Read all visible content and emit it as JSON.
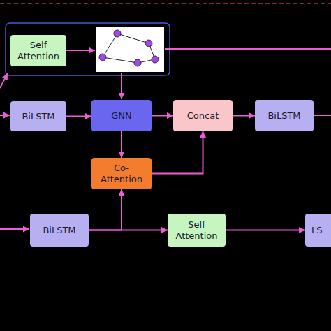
{
  "diagram": {
    "nodes": [
      {
        "text": [
          "Self Attention"
        ]
      },
      {
        "text": [
          "BiLSTM"
        ]
      },
      {
        "text": [
          "GNN"
        ]
      },
      {
        "text": [
          "Concat"
        ]
      },
      {
        "text": [
          "BiLSTM"
        ]
      },
      {
        "text": [
          "Co- Attention"
        ]
      },
      {
        "text": [
          "BiLSTM"
        ]
      },
      {
        "text": [
          "Self Attention"
        ]
      },
      {
        "text": [
          "LS"
        ]
      }
    ],
    "edges": [
      {
        "from": 1,
        "to": 2,
        "arrow": "to"
      },
      {
        "from": 2,
        "to": 3,
        "arrow": "to"
      },
      {
        "from": 3,
        "to": 4,
        "arrow": "to"
      },
      {
        "from": 2,
        "to": 5,
        "arrow": "to"
      },
      {
        "from": 5,
        "to": 3,
        "arrow": "to"
      },
      {
        "from": 6,
        "to": 5,
        "arrow": "to"
      },
      {
        "from": 6,
        "to": 7,
        "arrow": "to"
      },
      {
        "from": 7,
        "to": 8,
        "arrow": "to"
      }
    ]
  }
}
